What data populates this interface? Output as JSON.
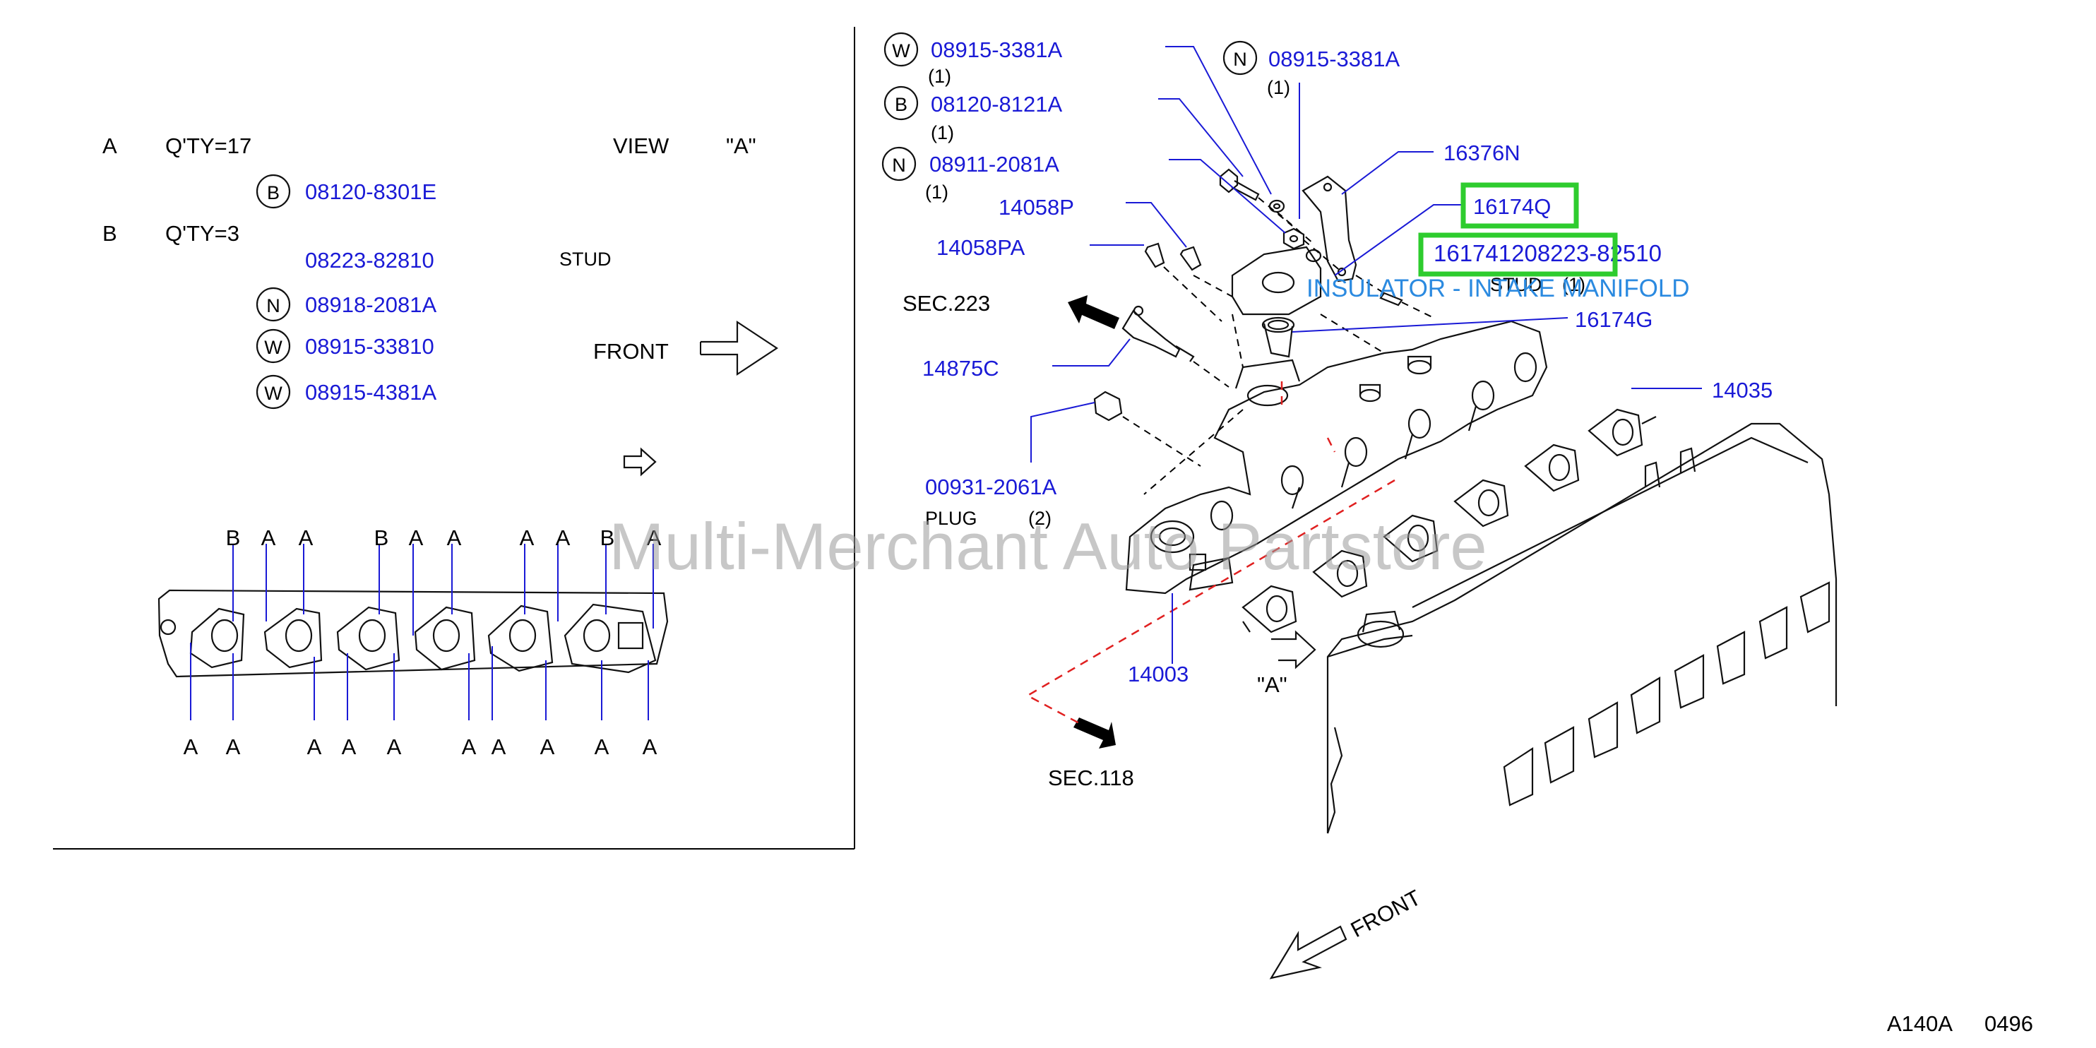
{
  "legend": {
    "a_key": "A",
    "a_qty": "Q'TY=17",
    "b_key": "B",
    "b_qty": "Q'TY=3",
    "view_label": "VIEW",
    "view_name": "\"A\"",
    "items": [
      {
        "badge": "B",
        "part": "08120-8301E",
        "note": ""
      },
      {
        "badge": "",
        "part": "08223-82810",
        "note": "STUD"
      },
      {
        "badge": "N",
        "part": "08918-2081A",
        "note": ""
      },
      {
        "badge": "W",
        "part": "08915-33810",
        "note": ""
      },
      {
        "badge": "W",
        "part": "08915-4381A",
        "note": ""
      }
    ],
    "front_label": "FRONT",
    "top_letters": [
      "B",
      "A",
      "A",
      "B",
      "A",
      "A",
      "A",
      "A",
      "B",
      "A"
    ],
    "bottom_letters": [
      "A",
      "A",
      "A",
      "A",
      "A",
      "A",
      "A",
      "A",
      "A",
      "A"
    ]
  },
  "callouts": {
    "w_badge": "W",
    "w_part": "08915-3381A",
    "w_qty": "(1)",
    "b_badge": "B",
    "b_part": "08120-8121A",
    "b_qty": "(1)",
    "n_badge": "N",
    "n_part": "08911-2081A",
    "n_qty": "(1)",
    "n2_badge": "N",
    "n2_part": "08915-3381A",
    "n2_qty": "(1)",
    "p14058p": "14058P",
    "p14058pa": "14058PA",
    "p16376n": "16376N",
    "p16174q": "16174Q",
    "p16174g": "16174G",
    "p14875c": "14875C",
    "p14035": "14035",
    "p00931": "00931-2061A",
    "plug": "PLUG",
    "plug_qty": "(2)",
    "p14003": "14003",
    "view_a": "\"A\"",
    "sec223": "SEC.223",
    "sec118": "SEC.118",
    "front": "FRONT",
    "overlap_parts": "161741208223-82510",
    "overlap_stud": "STUD",
    "overlap_qty": "(1)",
    "insulator": "INSULATOR - INTAKE MANIFOLD"
  },
  "watermark": "Multi-Merchant Auto Partstore",
  "diagram_code": "A140A",
  "diagram_num": "0496",
  "colors": {
    "part_text": "#1a1ad6",
    "highlight": "#2ecc2e",
    "annotation": "#2b8ae0"
  }
}
